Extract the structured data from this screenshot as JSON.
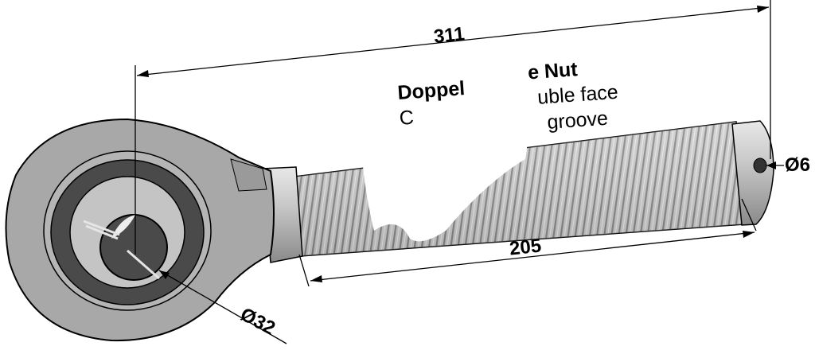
{
  "dimensions": {
    "overall_length": "311",
    "thread_length": "205",
    "pin_hole_diameter": "Ø6",
    "ball_bore_diameter": "Ø32"
  },
  "note": {
    "line1_start": "Doppel",
    "line1_end": "e Nut",
    "line2_start": "C",
    "line2_end": "uble face",
    "line3_end": "groove"
  },
  "colors": {
    "metal": "#a9a9a9",
    "metal_light": "#d4d4d4",
    "dark_ring": "#4a4a4a",
    "line": "#000000"
  }
}
